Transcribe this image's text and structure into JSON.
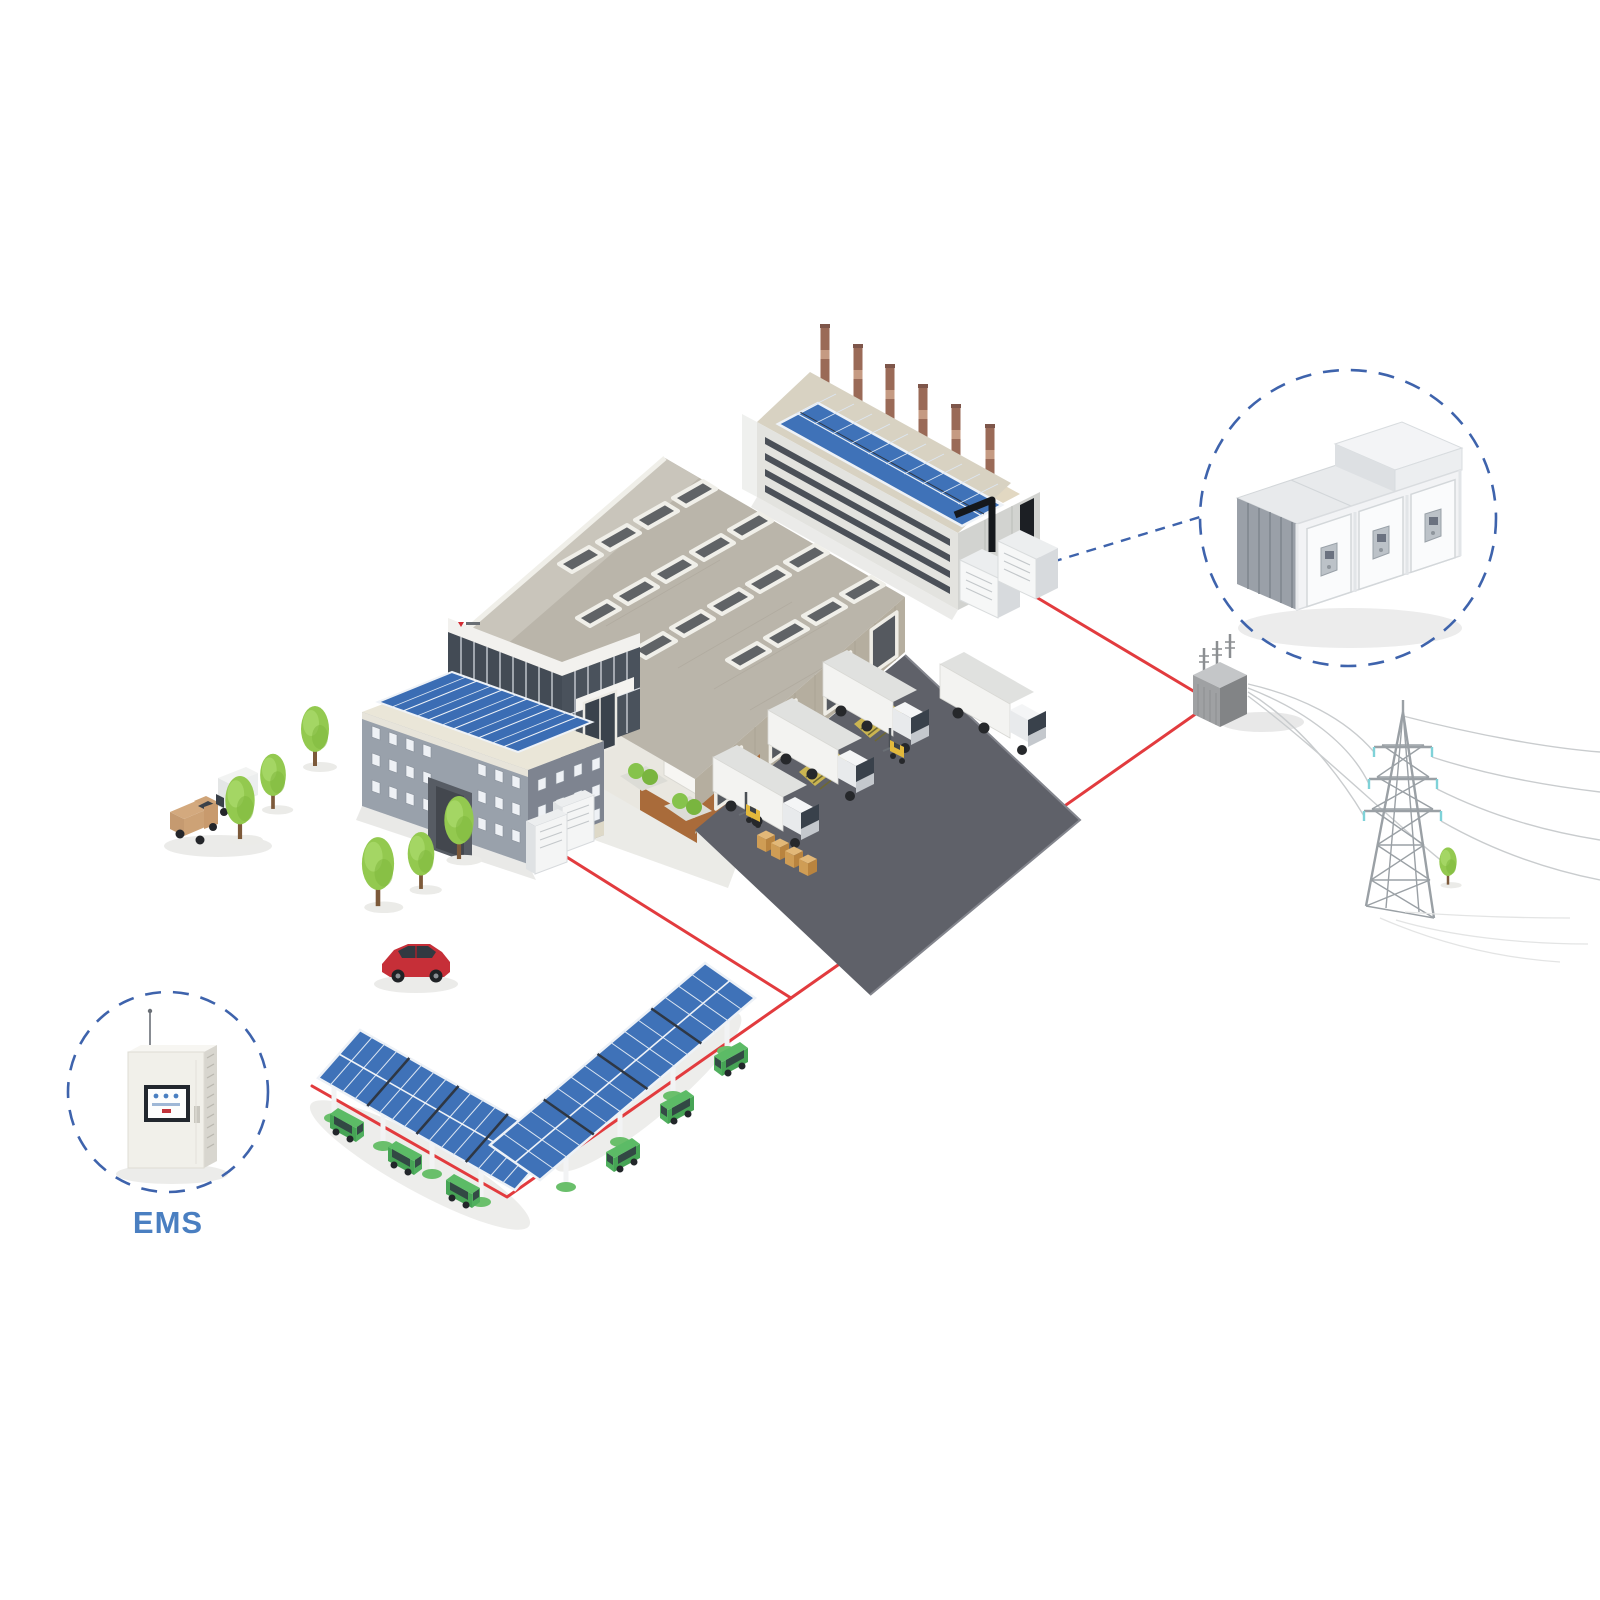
{
  "scene": {
    "type": "isometric-illustration",
    "subject": "commercial-industrial solar plus battery storage microgrid",
    "background": "#ffffff",
    "labels": {
      "ems": "EMS"
    },
    "colors": {
      "connection_red": "#e23b3e",
      "dashed_blue": "#3e63ac",
      "ems_label_blue": "#4a7fc1",
      "solar_blue": "#3f72b8",
      "tree_green": "#95c952",
      "ev_green": "#56b161",
      "pavement_gray": "#5f6169",
      "roof_gray": "#bab5aa",
      "container_white": "#f2f3f5",
      "wire_gray": "#c9ccce"
    },
    "nodes": [
      {
        "id": "factory",
        "desc": "factory with six chimneys and rooftop solar array"
      },
      {
        "id": "warehouse",
        "desc": "large warehouse with skylight roof, glass office annex and loading docks"
      },
      {
        "id": "office-building",
        "desc": "office building with rooftop solar array"
      },
      {
        "id": "factory-battery-cabinets",
        "desc": "battery/inverter cabinets beside factory"
      },
      {
        "id": "office-battery-cabinets",
        "desc": "battery/inverter cabinets beside office building"
      },
      {
        "id": "bess-container",
        "desc": "containerized battery energy storage system shown in dashed callout circle"
      },
      {
        "id": "ems-cabinet",
        "desc": "energy management system control cabinet shown in dashed callout circle"
      },
      {
        "id": "transformer",
        "desc": "grid step-up transformer"
      },
      {
        "id": "transmission-tower",
        "desc": "high-voltage lattice transmission tower with power lines"
      },
      {
        "id": "solar-carport",
        "desc": "L-shaped solar carport with electric vehicles"
      }
    ],
    "connections": [
      {
        "from": "office-battery-cabinets",
        "to": "junction",
        "style": "solid-red"
      },
      {
        "from": "junction",
        "to": "solar-carport",
        "style": "solid-red"
      },
      {
        "from": "junction",
        "to": "transformer",
        "style": "solid-red"
      },
      {
        "from": "factory-battery-cabinets",
        "to": "transformer",
        "style": "solid-red"
      },
      {
        "from": "factory-battery-cabinets",
        "to": "bess-container",
        "style": "dashed-blue"
      },
      {
        "from": "transformer",
        "to": "transmission-tower",
        "style": "gray-power-lines"
      }
    ]
  }
}
